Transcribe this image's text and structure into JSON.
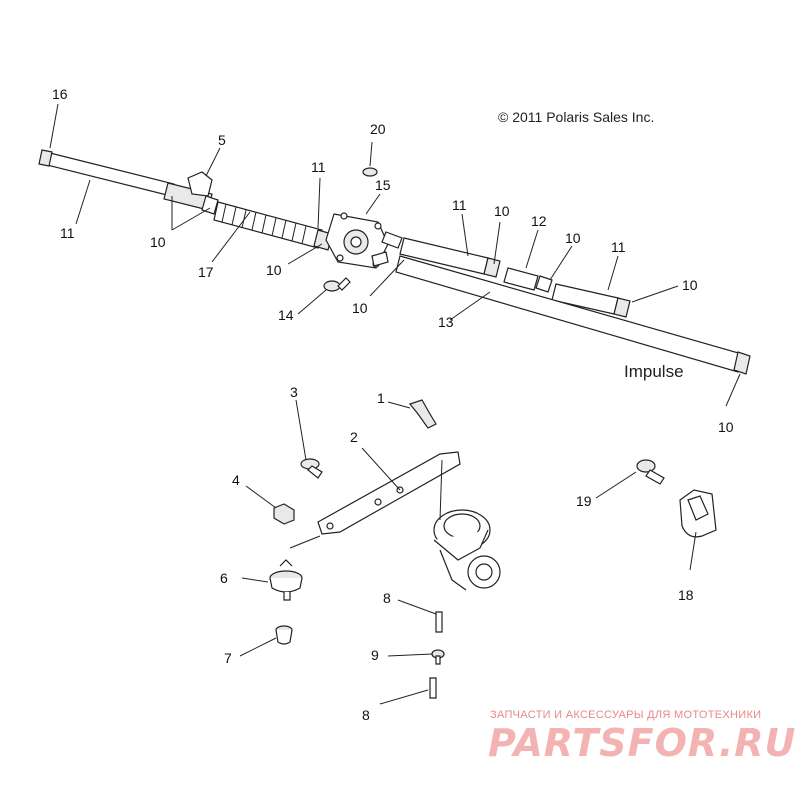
{
  "copyright": "© 2011 Polaris Sales Inc.",
  "model_label": "Impulse",
  "callouts": [
    "16",
    "5",
    "11",
    "10",
    "17",
    "20",
    "11",
    "15",
    "10",
    "11",
    "10",
    "12",
    "10",
    "11",
    "10",
    "14",
    "10",
    "13",
    "10",
    "3",
    "1",
    "2",
    "4",
    "19",
    "6",
    "18",
    "8",
    "9",
    "7",
    "8"
  ],
  "watermark": {
    "tagline": "ЗАПЧАСТИ И АКСЕССУАРЫ ДЛЯ МОТОТЕХНИКИ",
    "brand": "PARTSFOR.RU"
  }
}
